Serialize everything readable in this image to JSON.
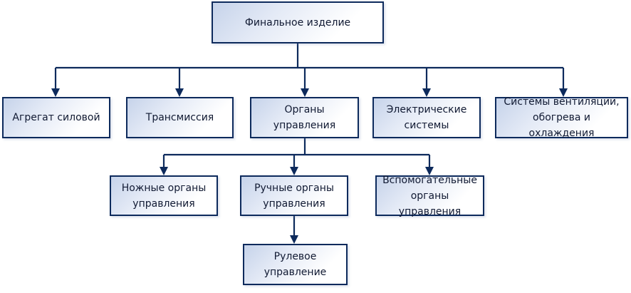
{
  "diagram": {
    "type": "hierarchy",
    "colors": {
      "line": "#0d2a5c",
      "box_border": "#0d2a5c",
      "box_fill_start": "#c6d3ea",
      "box_fill_end": "#ffffff",
      "text": "#111a33"
    },
    "nodes": {
      "root": {
        "label": "Финальное изделие"
      },
      "power_unit": {
        "label": "Агрегат силовой"
      },
      "transmission": {
        "label": "Трансмиссия"
      },
      "controls": {
        "label": "Органы\nуправления"
      },
      "electrical": {
        "label": "Электрические\nсистемы"
      },
      "hvac": {
        "label": "Системы вентиляции,\nобогрева и охлаждения"
      },
      "foot_controls": {
        "label": "Ножные органы\nуправления"
      },
      "hand_controls": {
        "label": "Ручные органы\nуправления"
      },
      "aux_controls": {
        "label": "Вспомогательные\nорганы управления"
      },
      "steering": {
        "label": "Рулевое\nуправление"
      }
    },
    "edges": [
      [
        "root",
        "power_unit"
      ],
      [
        "root",
        "transmission"
      ],
      [
        "root",
        "controls"
      ],
      [
        "root",
        "electrical"
      ],
      [
        "root",
        "hvac"
      ],
      [
        "controls",
        "foot_controls"
      ],
      [
        "controls",
        "hand_controls"
      ],
      [
        "controls",
        "aux_controls"
      ],
      [
        "hand_controls",
        "steering"
      ]
    ]
  }
}
